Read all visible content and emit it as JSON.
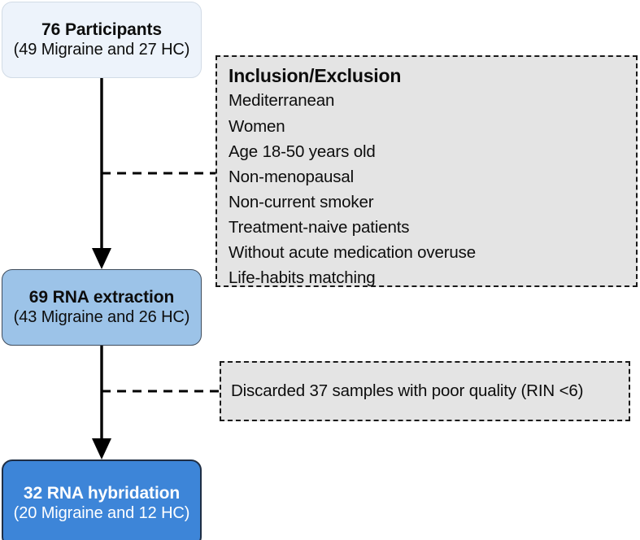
{
  "diagram": {
    "type": "flowchart",
    "title": "Study participant flow",
    "colors": {
      "node_top_fill": "#edf3fb",
      "node_top_border": "#d2dbe6",
      "node_mid_fill": "#9cc3e8",
      "node_mid_border": "#3f4c5c",
      "node_bottom_fill": "#3d85d8",
      "node_bottom_border": "#1f2e45",
      "node_bottom_text": "#ffffff",
      "note_fill": "#e4e4e4",
      "note_border": "#1a1a1a",
      "connector": "#000000",
      "background": "#ffffff"
    },
    "nodes": [
      {
        "id": "participants",
        "title": "76 Participants",
        "subtitle": "(49 Migraine and 27 HC)",
        "count": 76,
        "migraine": 49,
        "hc": 27
      },
      {
        "id": "rna-extraction",
        "title": "69 RNA extraction",
        "subtitle": "(43 Migraine and 26 HC)",
        "count": 69,
        "migraine": 43,
        "hc": 26
      },
      {
        "id": "rna-hybridation",
        "title": "32 RNA hybridation",
        "subtitle": "(20 Migraine and 12 HC)",
        "count": 32,
        "migraine": 20,
        "hc": 12
      }
    ],
    "notes": [
      {
        "id": "criteria",
        "heading": "Inclusion/Exclusion",
        "items": [
          "Mediterranean",
          "Women",
          "Age 18-50 years old",
          "Non-menopausal",
          "Non-current smoker",
          "Treatment-naive patients",
          "Without acute medication overuse",
          "Life-habits matching"
        ]
      },
      {
        "id": "discarded",
        "text": "Discarded 37 samples with poor quality (RIN <6)",
        "discarded_count": 37,
        "rin_threshold": "<6"
      }
    ],
    "connectors": [
      {
        "id": "participants-to-extraction",
        "style": "solid",
        "arrow": "down"
      },
      {
        "id": "extraction-to-hybridation",
        "style": "solid",
        "arrow": "down"
      },
      {
        "id": "criteria-branch",
        "style": "dashed",
        "arrow": "none"
      },
      {
        "id": "discarded-branch",
        "style": "dashed",
        "arrow": "none"
      }
    ]
  }
}
